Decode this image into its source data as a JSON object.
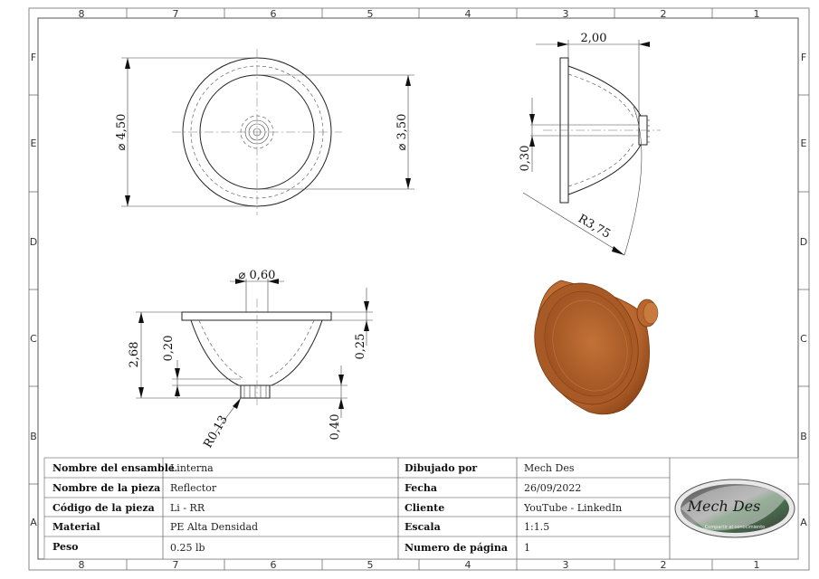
{
  "zones": {
    "columns": [
      "8",
      "7",
      "6",
      "5",
      "4",
      "3",
      "2",
      "1"
    ],
    "rows": [
      "F",
      "E",
      "D",
      "C",
      "B",
      "A"
    ]
  },
  "dimensions": {
    "top_outer_diameter": "⌀ 4,50",
    "top_inner_diameter": "⌀ 3,50",
    "side_length": "2,00",
    "side_small": "0,30",
    "side_radius": "R3,75",
    "front_hole_diameter": "⌀ 0,60",
    "front_height": "2,68",
    "front_neck": "0,20",
    "front_rim": "0,25",
    "front_base": "0,40",
    "front_fillet": "R0,13"
  },
  "title_block": {
    "rows": [
      {
        "label": "Nombre del ensamble",
        "value": "Linterna"
      },
      {
        "label": "Nombre de la pieza",
        "value": "Reflector"
      },
      {
        "label": "Código de la pieza",
        "value": "Li - RR"
      },
      {
        "label": "Material",
        "value": "PE Alta Densidad"
      },
      {
        "label": "Peso",
        "value": "0.25 lb"
      }
    ],
    "rows_right": [
      {
        "label": "Dibujado por",
        "value": "Mech Des"
      },
      {
        "label": "Fecha",
        "value": "26/09/2022"
      },
      {
        "label": "Cliente",
        "value": "YouTube - LinkedIn"
      },
      {
        "label": "Escala",
        "value": "1:1.5"
      },
      {
        "label": "Numero de página",
        "value": "1"
      }
    ],
    "logo_text": "Mech Des",
    "logo_subtext": "Compartir el conocimiento"
  },
  "colors": {
    "part_fill": "#b8662e",
    "part_dark": "#8a4316",
    "part_light": "#d98a4c"
  }
}
